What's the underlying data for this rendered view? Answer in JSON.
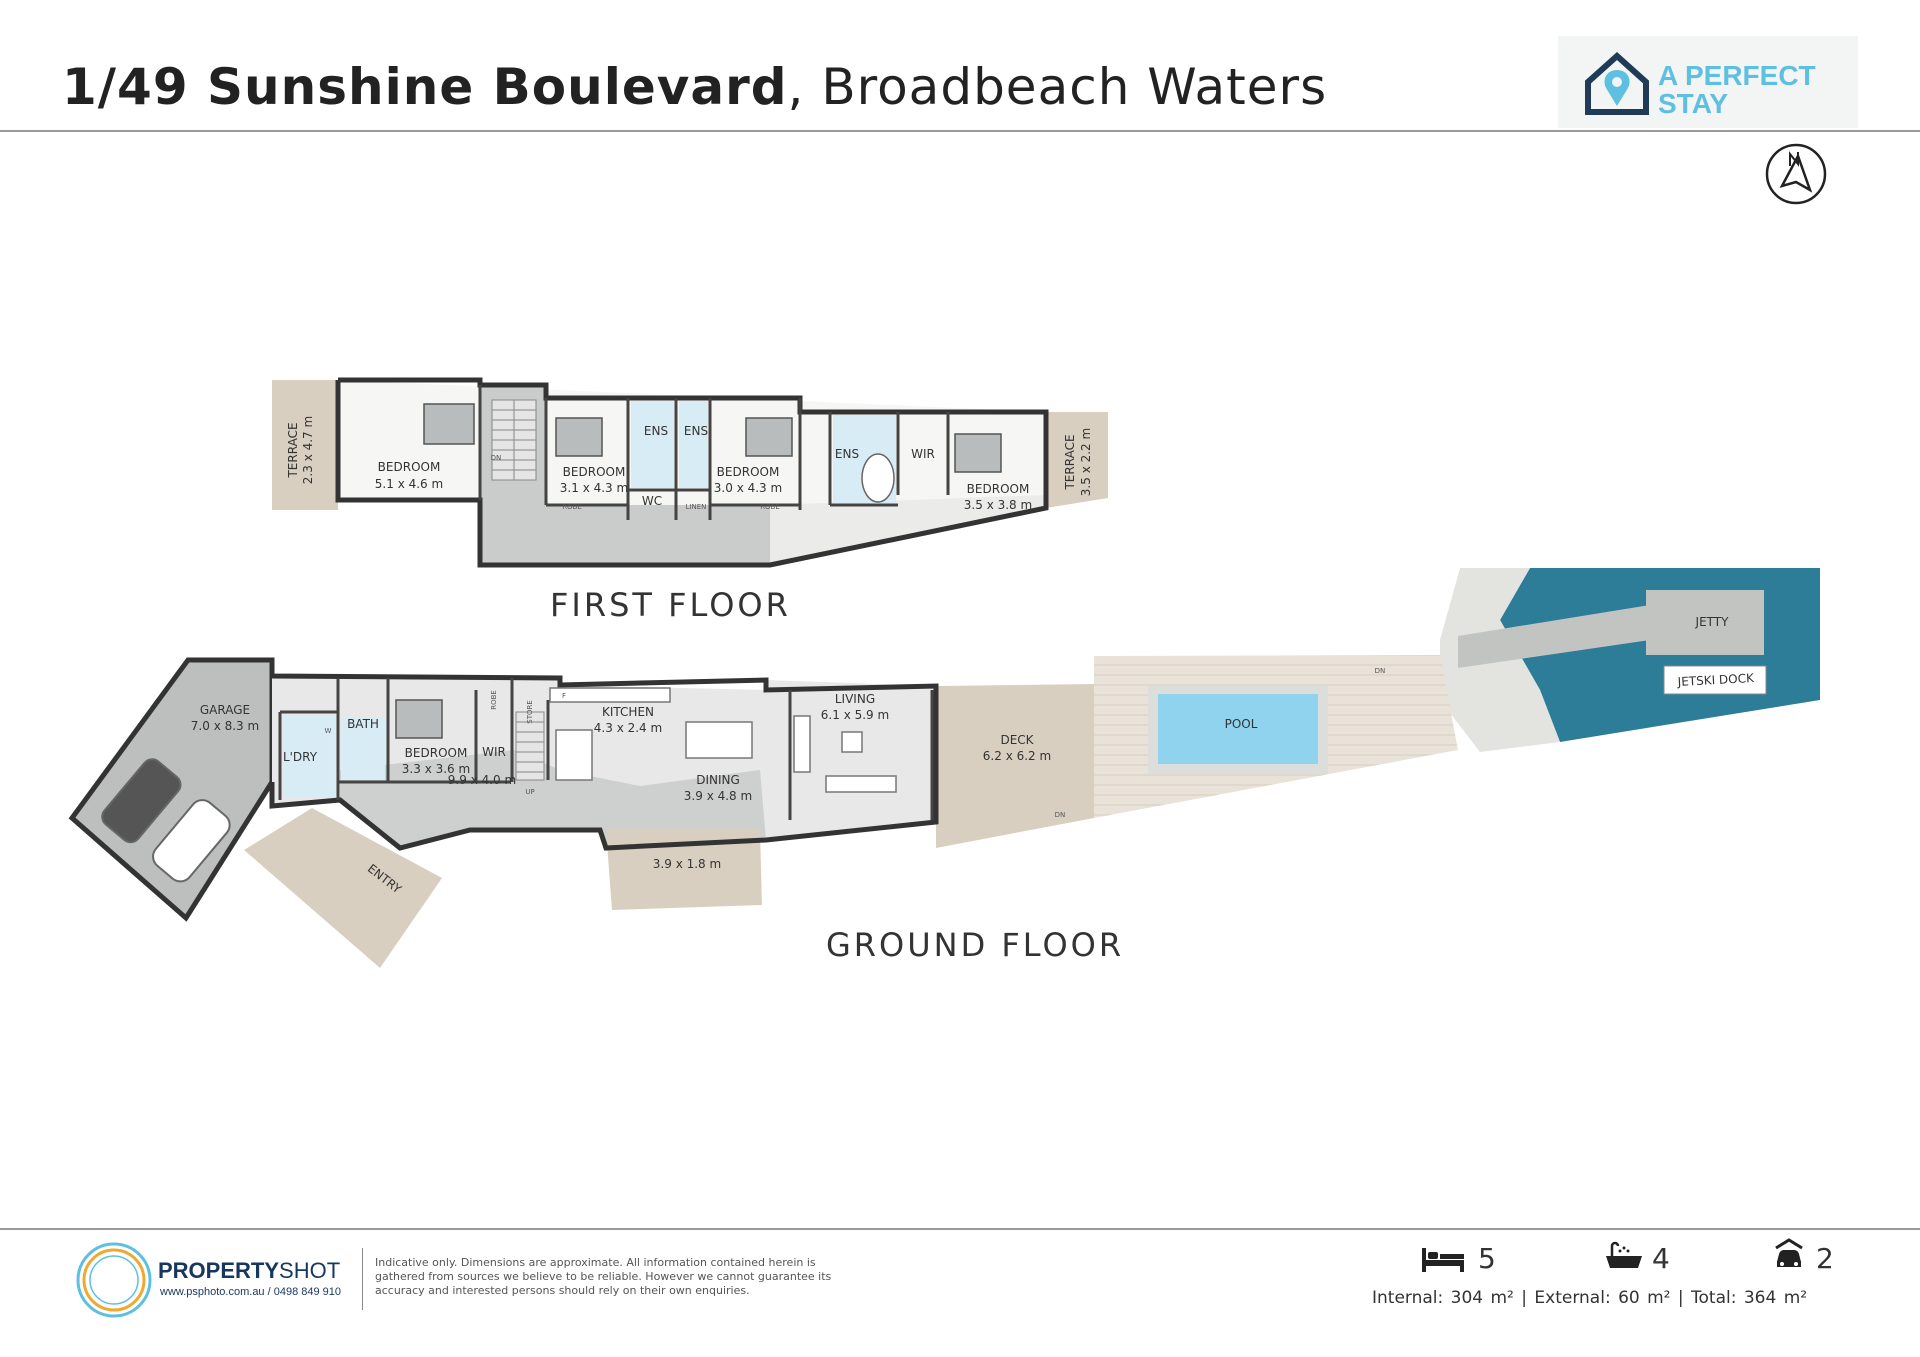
{
  "header": {
    "address_bold": "1/49 Sunshine Boulevard",
    "address_rest": ", Broadbeach Waters"
  },
  "brand": {
    "line1": "A PERFECT",
    "line2": "STAY",
    "color": "#5ec0e0",
    "icon": "house-pin-icon"
  },
  "compass_icon": "north-arrow-icon",
  "first_floor": {
    "title": "FIRST FLOOR",
    "rooms": [
      {
        "name": "TERRACE",
        "dims": "2.3 x 4.7 m"
      },
      {
        "name": "BEDROOM",
        "dims": "5.1 x 4.6 m"
      },
      {
        "name": "BEDROOM",
        "dims": "3.1 x 4.3 m"
      },
      {
        "name": "ENS",
        "dims": ""
      },
      {
        "name": "ENS",
        "dims": ""
      },
      {
        "name": "WC",
        "dims": ""
      },
      {
        "name": "BEDROOM",
        "dims": "3.0 x 4.3 m"
      },
      {
        "name": "ENS",
        "dims": ""
      },
      {
        "name": "WIR",
        "dims": ""
      },
      {
        "name": "BEDROOM",
        "dims": "3.5 x 3.8 m"
      },
      {
        "name": "TERRACE",
        "dims": "3.5 x 2.2 m"
      }
    ],
    "small": {
      "robe": "ROBE",
      "linen": "LINEN",
      "dn": "DN"
    }
  },
  "ground_floor": {
    "title": "GROUND FLOOR",
    "rooms": [
      {
        "name": "GARAGE",
        "dims": "7.0 x 8.3 m"
      },
      {
        "name": "L'DRY",
        "dims": ""
      },
      {
        "name": "BATH",
        "dims": ""
      },
      {
        "name": "BEDROOM",
        "dims": "3.3 x 3.6 m"
      },
      {
        "name": "WIR",
        "dims": ""
      },
      {
        "name": "KITCHEN",
        "dims": "4.3 x 2.4 m"
      },
      {
        "name": "DINING",
        "dims": "3.9 x 4.8 m"
      },
      {
        "name": "LIVING",
        "dims": "6.1 x 5.9 m"
      },
      {
        "name": "DECK",
        "dims": "6.2 x 6.2 m"
      },
      {
        "name": "POOL",
        "dims": ""
      },
      {
        "name": "JETTY",
        "dims": ""
      },
      {
        "name": "JETSKI DOCK",
        "dims": ""
      },
      {
        "name": "ENTRY",
        "dims": ""
      },
      {
        "name": "",
        "dims": "9.9 x 4.0 m"
      },
      {
        "name": "",
        "dims": "3.9 x 1.8 m"
      }
    ],
    "small": {
      "robe": "ROBE",
      "store": "STORE",
      "up": "UP",
      "dn": "DN",
      "w": "W",
      "f": "F"
    }
  },
  "footer": {
    "company_bold": "PROPERTY",
    "company_light": "SHOT",
    "website": "www.psphoto.com.au / 0498 849 910",
    "disclaimer": "Indicative only.  Dimensions are approximate.  All information contained herein is gathered from sources we believe to be reliable.  However we cannot guarantee its accuracy and interested persons should rely on their own enquiries.",
    "bedrooms": "5",
    "bathrooms": "4",
    "cars": "2",
    "areas": "Internal: 304 m²   |   External: 60 m²   |   Total: 364 m²",
    "icons": [
      "bed-icon",
      "bath-icon",
      "car-icon"
    ]
  }
}
